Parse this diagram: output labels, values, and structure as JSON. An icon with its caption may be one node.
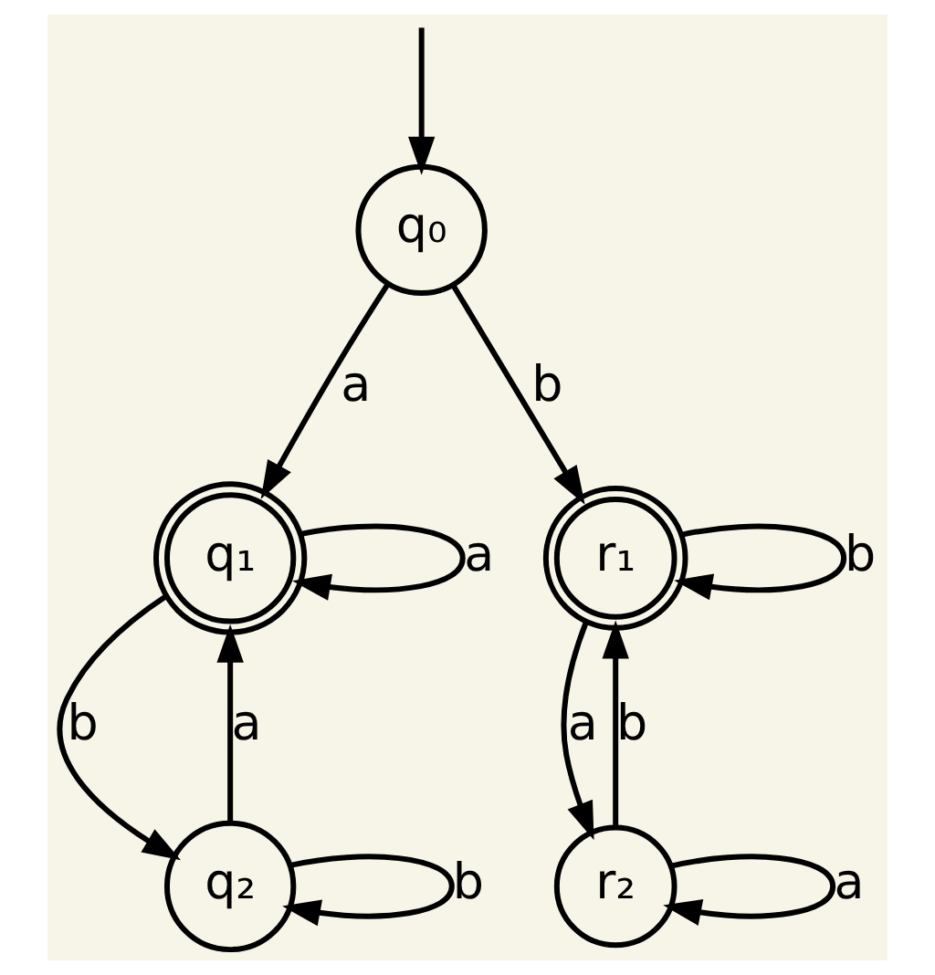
{
  "diagram": {
    "nodes": [
      {
        "text": [
          "q₀"
        ]
      },
      {
        "text": [
          "q₁"
        ]
      },
      {
        "text": [
          "r₁"
        ]
      },
      {
        "text": [
          "q₂"
        ]
      },
      {
        "text": [
          "r₂"
        ]
      }
    ],
    "edges": [
      {
        "from": null,
        "to": 0,
        "arrow": "to"
      },
      {
        "from": 0,
        "to": 1,
        "arrow": "to",
        "label": "a"
      },
      {
        "from": 0,
        "to": 2,
        "arrow": "to",
        "label": "b"
      },
      {
        "from": 1,
        "to": 1,
        "arrow": "to",
        "label": "a"
      },
      {
        "from": 2,
        "to": 2,
        "arrow": "to",
        "label": "b"
      },
      {
        "from": 1,
        "to": 3,
        "arrow": "to",
        "label": "b"
      },
      {
        "from": 3,
        "to": 1,
        "arrow": "to",
        "label": "a"
      },
      {
        "from": 2,
        "to": 4,
        "arrow": "to",
        "label": "a"
      },
      {
        "from": 4,
        "to": 2,
        "arrow": "to",
        "label": "b"
      },
      {
        "from": 3,
        "to": 3,
        "arrow": "to",
        "label": "b"
      },
      {
        "from": 4,
        "to": 4,
        "arrow": "to",
        "label": "a"
      }
    ]
  }
}
